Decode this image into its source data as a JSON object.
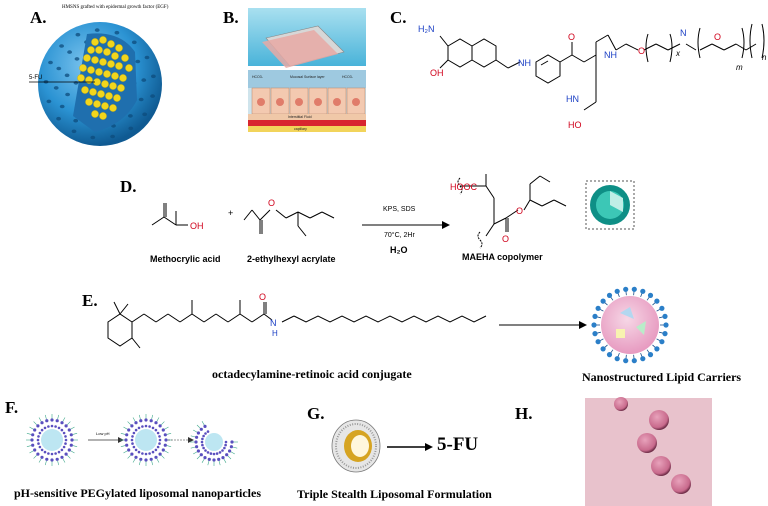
{
  "panels": {
    "A": {
      "letter": "A.",
      "title": "HMSNS grafted with epidermal growth factor (EGF)",
      "label": "5-FU"
    },
    "B": {
      "letter": "B.",
      "strip_labels": [
        "HCO3-",
        "Mucosal Surface layer",
        "HCO3-",
        "Interstitial Fluid",
        "capillary"
      ]
    },
    "C": {
      "letter": "C.",
      "atoms": {
        "h2n": "H₂N",
        "oh": "OH",
        "ho": "HO",
        "nh": "NH",
        "hn": "HN",
        "n": "N",
        "o": "O"
      },
      "subscripts": {
        "x": "x",
        "m": "m",
        "n": "n"
      }
    },
    "D": {
      "letter": "D.",
      "reactant1": "Methocrylic acid",
      "plus": "+",
      "reactant2": "2-ethylhexyl acrylate",
      "conditions_top": "KPS, SDS",
      "conditions_bottom": "70°C, 2Hr",
      "solvent": "H₂O",
      "product": "MAEHA copolymer",
      "atoms": {
        "oh": "OH",
        "hooc": "HOOC",
        "o": "O"
      }
    },
    "E": {
      "letter": "E.",
      "conjugate": "octadecylamine-retinoic acid conjugate",
      "product": "Nanostructured Lipid Carriers",
      "atoms": {
        "n": "N",
        "h": "H",
        "o": "O"
      }
    },
    "F": {
      "letter": "F.",
      "caption": "pH-sensitive PEGylated liposomal nanoparticles",
      "arrow_label": "Low pH"
    },
    "G": {
      "letter": "G.",
      "drug": "5-FU",
      "caption": "Triple Stealth Liposomal Formulation"
    },
    "H": {
      "letter": "H."
    }
  },
  "colors": {
    "oxygen": "#d0021b",
    "nitrogen": "#1a3fc4",
    "sphere_blue": "#2b93d3",
    "core_yellow": "#f2d61c",
    "nlc_pink": "#e79ac0",
    "micro_bg": "#e8c2cc",
    "micro_cell": "#c86a8c"
  }
}
